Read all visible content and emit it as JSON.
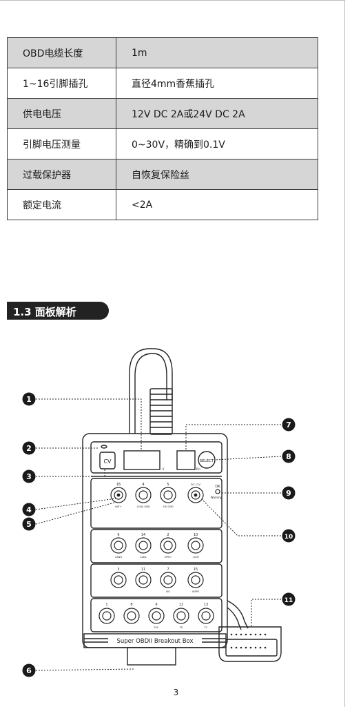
{
  "specs": [
    {
      "label": "OBD电缆长度",
      "value": "1m"
    },
    {
      "label": "1~16引脚插孔",
      "value": "直径4mm香蕉插孔"
    },
    {
      "label": "供电电压",
      "value": "12V DC  2A或24V DC  2A"
    },
    {
      "label": "引脚电压测量",
      "value": "0~30V，精确到0.1V"
    },
    {
      "label": "过载保护器",
      "value": "自恢复保险丝"
    },
    {
      "label": "额定电流",
      "value": "<2A"
    }
  ],
  "section_title": "1.3 面板解析",
  "diagram": {
    "device_name": "Super OBDII Breakout Box",
    "buttons": {
      "cv": "CV",
      "select": "SELECT"
    },
    "display_units": {
      "left": "V",
      "right": "Pin"
    },
    "row1": {
      "numbers": [
        "16",
        "4",
        "5",
        "DC 12V"
      ],
      "subs": [
        "BAT+",
        "CHAS GND",
        "SIG GND",
        ""
      ]
    },
    "status": {
      "ok": "OK",
      "warning": "Warning"
    },
    "row2": {
      "numbers": [
        "6",
        "14",
        "2",
        "10"
      ],
      "subs": [
        "CANH",
        "CANL",
        "VPW+",
        "-SCM"
      ]
    },
    "row3": {
      "numbers": [
        "3",
        "11",
        "7",
        "15"
      ],
      "subs": [
        "",
        "",
        "SIG",
        "WSPE"
      ]
    },
    "row4": {
      "numbers": [
        "1",
        "8",
        "9",
        "12",
        "13"
      ],
      "subs": [
        "",
        "",
        "TAC",
        "TE",
        "TC"
      ]
    },
    "callouts": [
      "1",
      "2",
      "3",
      "4",
      "5",
      "6",
      "7",
      "8",
      "9",
      "10",
      "11"
    ]
  },
  "page_number": "3"
}
